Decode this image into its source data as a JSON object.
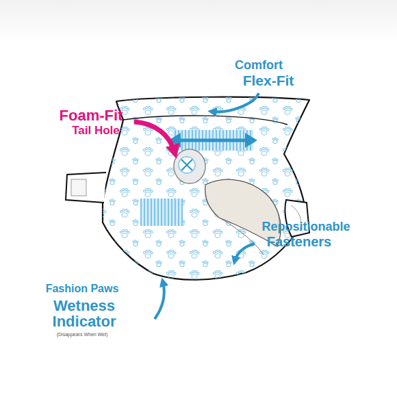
{
  "diagram": {
    "labels": [
      "Comfort",
      "Flex-Fit",
      "Foam-Fit",
      "Tail Hole",
      "Repositionable",
      "Fasteners",
      "Fashion Paws",
      "Wetness Indicator",
      "(Disappears When Wet)"
    ]
  }
}
